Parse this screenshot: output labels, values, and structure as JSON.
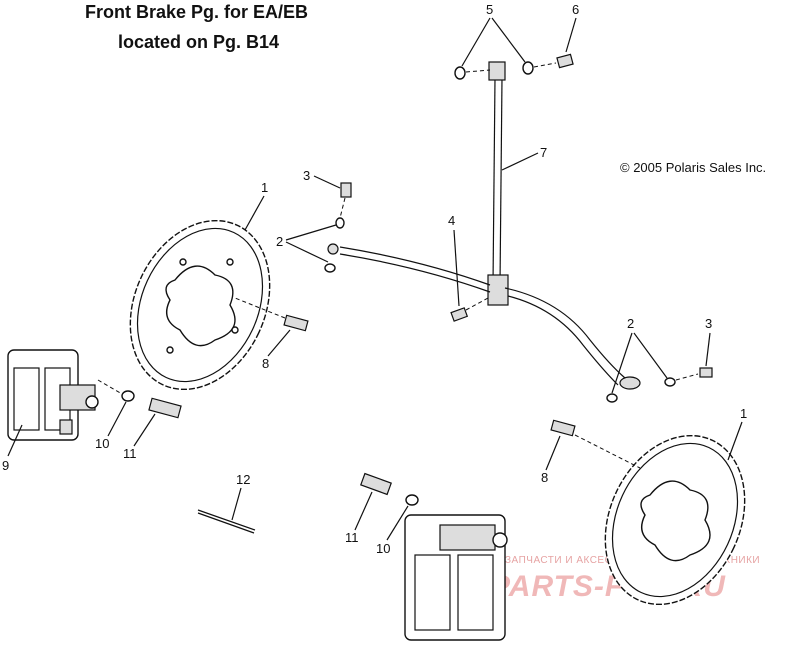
{
  "header": {
    "line1": "Front Brake Pg. for EA/EB",
    "line2": "located on Pg. B14"
  },
  "copyright": "© 2005 Polaris Sales Inc.",
  "watermark": {
    "line1": "ЗАПЧАСТИ И АКСЕССУАРЫ ДЛЯ МОТОТЕХНИКИ",
    "line2": "PARTS-FOR.RU"
  },
  "callouts": {
    "n1a": "1",
    "n1b": "1",
    "n2a": "2",
    "n2b": "2",
    "n3a": "3",
    "n3b": "3",
    "n4": "4",
    "n5": "5",
    "n6": "6",
    "n7": "7",
    "n8a": "8",
    "n8b": "8",
    "n9": "9",
    "n10a": "10",
    "n10b": "10",
    "n11a": "11",
    "n11b": "11",
    "n12": "12"
  }
}
